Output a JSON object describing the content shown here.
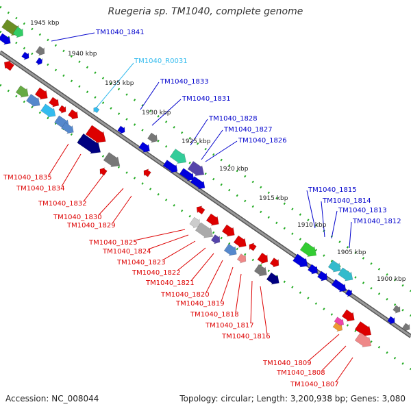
{
  "title": "Ruegeria sp. TM1040, complete genome",
  "accession": "Accession: NC_008044",
  "topology": "Topology: circular; Length: 3,200,938 bp; Genes: 3,080",
  "colors": {
    "backbone": "#8c8c8c",
    "tick": "#22aa22",
    "forward_label": "#0000cc",
    "reverse_label": "#dd0000",
    "rna_label": "#33bbee",
    "leader": "#444444"
  },
  "kbp_ticks": [
    "1945 kbp",
    "1940 kbp",
    "1935 kbp",
    "1930 kbp",
    "1925 kbp",
    "1920 kbp",
    "1915 kbp",
    "1910 kbp",
    "1905 kbp",
    "1900 kbp"
  ],
  "forward_labels": [
    "TM1040_1841",
    "TM1040_1833",
    "TM1040_1831",
    "TM1040_1828",
    "TM1040_1827",
    "TM1040_1826",
    "TM1040_1815",
    "TM1040_1814",
    "TM1040_1813",
    "TM1040_1812"
  ],
  "rna_labels": [
    "TM1040_R0031"
  ],
  "reverse_labels": [
    "TM1040_1835",
    "TM1040_1834",
    "TM1040_1832",
    "TM1040_1830",
    "TM1040_1829",
    "TM1040_1825",
    "TM1040_1824",
    "TM1040_1823",
    "TM1040_1822",
    "TM1040_1821",
    "TM1040_1820",
    "TM1040_1819",
    "TM1040_1818",
    "TM1040_1817",
    "TM1040_1816",
    "TM1040_1809",
    "TM1040_1808",
    "TM1040_1807"
  ]
}
